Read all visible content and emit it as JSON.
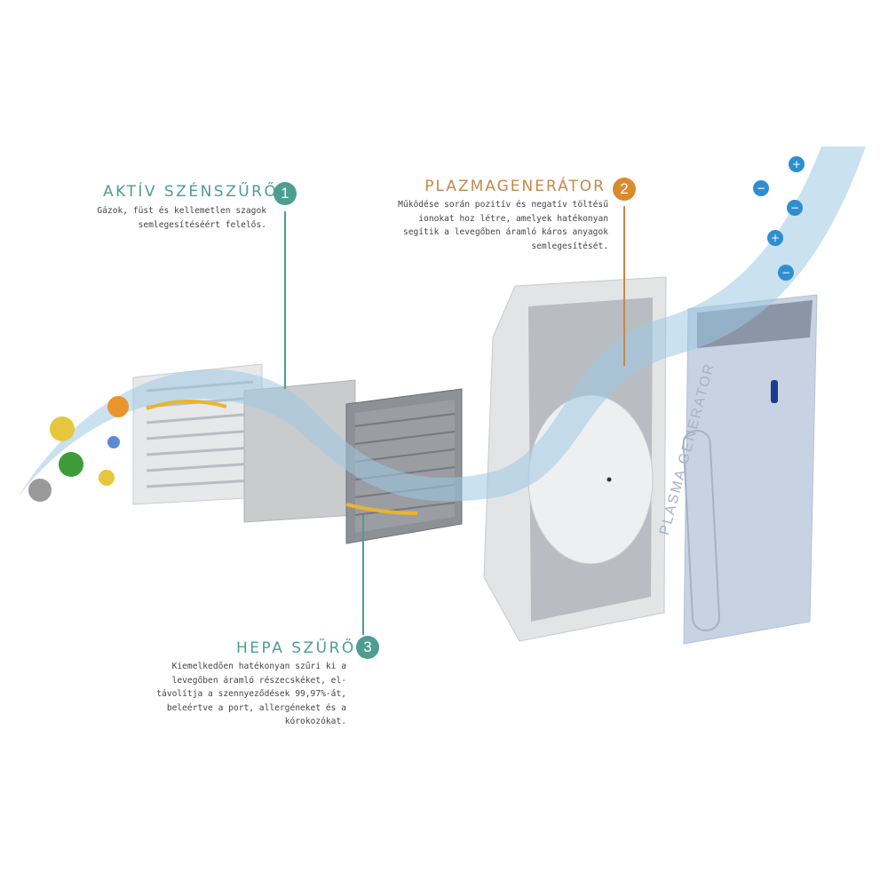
{
  "colors": {
    "teal": "#4e9d91",
    "orange": "#c3894a",
    "orange_badge": "#d98a2e",
    "air_flow": "#9ec8e3"
  },
  "callouts": [
    {
      "number": "1",
      "title": "AKTÍV SZÉNSZŰRŐ",
      "lines": [
        "Gázok, füst és kellemetlen szagok",
        "semlegesítéséért felelős."
      ]
    },
    {
      "number": "2",
      "title": "PLAZMAGENERÁTOR",
      "lines": [
        "Működése során pozitív és negatív töltésű",
        "ionokat hoz létre, amelyek hatékonyan",
        "segítik a levegőben áramló káros anyagok",
        "semlegesítését."
      ]
    },
    {
      "number": "3",
      "title": "HEPA SZŰRŐ",
      "lines": [
        "Kiemelkedően hatékonyan szűri ki a",
        "levegőben áramló részecskéket,  el-",
        "távolítja a szennyeződések 99,97%-át,",
        "beleértve a port, allergéneket és a",
        "kórokozókat."
      ]
    }
  ],
  "panel_emboss": "PLASMA GENERATOR"
}
